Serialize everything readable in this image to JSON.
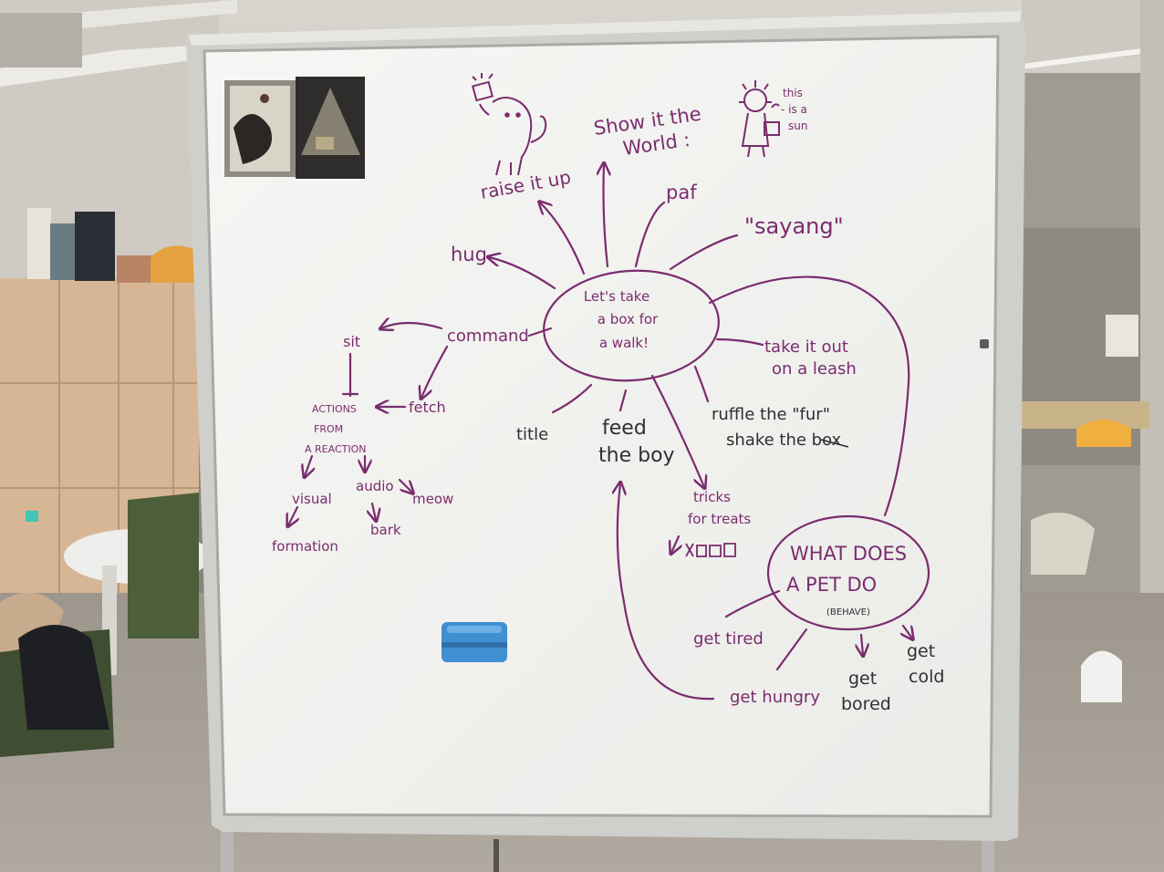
{
  "whiteboard": {
    "center_bubble": [
      "Let's take",
      "a box for",
      "a walk!"
    ],
    "top_branches": {
      "raise": "raise it up",
      "show": [
        "Show it the",
        "World :"
      ],
      "paf": "paf",
      "sayang": "\"sayang\"",
      "hug": "hug",
      "sun_note": [
        "this",
        "- is a",
        "sun"
      ]
    },
    "right_branches": {
      "leash": [
        "take it out",
        "on a leash"
      ],
      "ruffle": [
        "ruffle the \"fur\"",
        "shake the box"
      ],
      "tricks": [
        "tricks",
        "for treats"
      ]
    },
    "bottom_branches": {
      "title": "title",
      "feed": [
        "feed",
        "the boy"
      ]
    },
    "left_cluster": {
      "command": "command",
      "sit": "sit",
      "fetch": "fetch",
      "actions": [
        "ACTIONS",
        "FROM",
        "A REACTION"
      ],
      "visual": "visual",
      "audio": "audio",
      "meow": "meow",
      "formation": "formation",
      "bark": "bark"
    },
    "pet_bubble": {
      "title": [
        "WHAT DOES",
        "A PET DO"
      ],
      "subtitle": "(BEHAVE)",
      "tired": "get tired",
      "hungry": "get hungry",
      "bored": [
        "get",
        "bored"
      ],
      "cold": [
        "get",
        "cold"
      ]
    }
  },
  "colors": {
    "marker_purple": "#7a2c6e",
    "marker_black": "#2f2f35",
    "board_white": "#f4f4f2",
    "frame_aluminium": "#c9c9c6",
    "eraser_blue": "#3f8fd1"
  },
  "icon_names": [
    "box-creature-doodle",
    "sun-figure-doodle",
    "eraser",
    "wall-postcards"
  ]
}
